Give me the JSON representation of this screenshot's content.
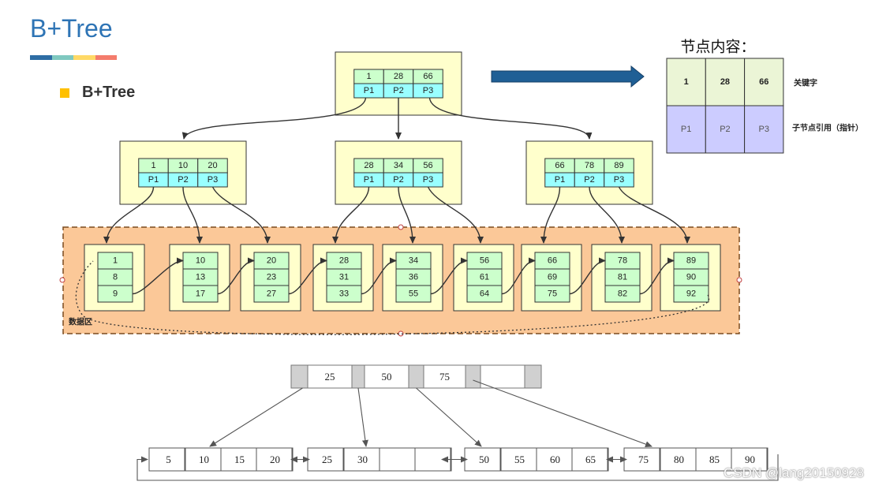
{
  "title": "B+Tree",
  "bullet": "B+Tree",
  "title_bar_colors": [
    "#2e6da4",
    "#7fc8c0",
    "#ffd966",
    "#f47c6c"
  ],
  "legend": {
    "heading": "节点内容：",
    "keys": [
      "1",
      "28",
      "66"
    ],
    "pointers": [
      "P1",
      "P2",
      "P3"
    ],
    "key_label": "关键字",
    "pointer_label": "子节点引用（指针）"
  },
  "root": {
    "keys": [
      "1",
      "28",
      "66"
    ],
    "pointers": [
      "P1",
      "P2",
      "P3"
    ]
  },
  "internal_nodes": [
    {
      "keys": [
        "1",
        "10",
        "20"
      ],
      "pointers": [
        "P1",
        "P2",
        "P3"
      ]
    },
    {
      "keys": [
        "28",
        "34",
        "56"
      ],
      "pointers": [
        "P1",
        "P2",
        "P3"
      ]
    },
    {
      "keys": [
        "66",
        "78",
        "89"
      ],
      "pointers": [
        "P1",
        "P2",
        "P3"
      ]
    }
  ],
  "leaves": [
    [
      "1",
      "8",
      "9"
    ],
    [
      "10",
      "13",
      "17"
    ],
    [
      "20",
      "23",
      "27"
    ],
    [
      "28",
      "31",
      "33"
    ],
    [
      "34",
      "36",
      "55"
    ],
    [
      "56",
      "61",
      "64"
    ],
    [
      "66",
      "69",
      "75"
    ],
    [
      "78",
      "81",
      "82"
    ],
    [
      "89",
      "90",
      "92"
    ]
  ],
  "data_area_label": "数据区",
  "lower_tree": {
    "root_keys": [
      "25",
      "50",
      "75",
      ""
    ],
    "leaves": [
      [
        "5",
        "10",
        "15",
        "20"
      ],
      [
        "25",
        "30",
        "",
        ""
      ],
      [
        "50",
        "55",
        "60",
        "65"
      ],
      [
        "75",
        "80",
        "85",
        "90"
      ]
    ]
  },
  "watermark": "CSDN @lang20150928",
  "colors": {
    "node_bg": "#ffffcc",
    "key_cell": "#ccffcc",
    "pointer_cell": "#99ffff",
    "data_area": "#fbc898",
    "legend_key": "#ebf5d6",
    "legend_pointer": "#ccccff",
    "arrow_blue": "#1f5f95"
  }
}
